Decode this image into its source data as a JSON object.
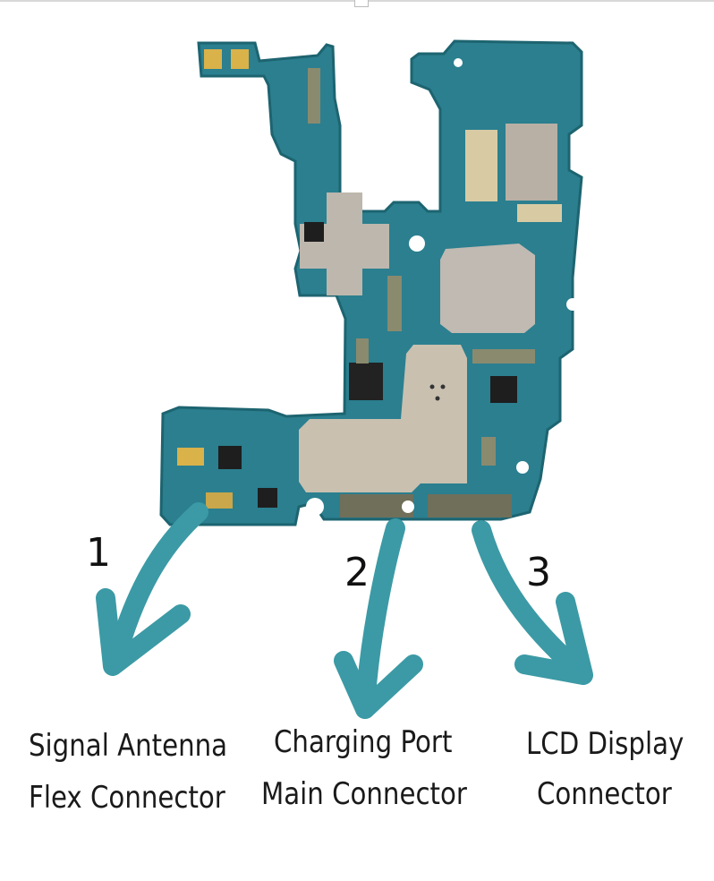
{
  "colors": {
    "board": "#2b7f8f",
    "board_dark": "#1d6470",
    "shield": "#c9c0b0",
    "connector": "#8a8a6e",
    "arrow": "#3b9aa5"
  },
  "callouts": [
    {
      "number": "1",
      "line1": "Signal Antenna",
      "line2": "Flex Connector"
    },
    {
      "number": "2",
      "line1": "Charging Port",
      "line2": "Main Connector"
    },
    {
      "number": "3",
      "line1": "LCD Display",
      "line2": "Connector"
    }
  ]
}
